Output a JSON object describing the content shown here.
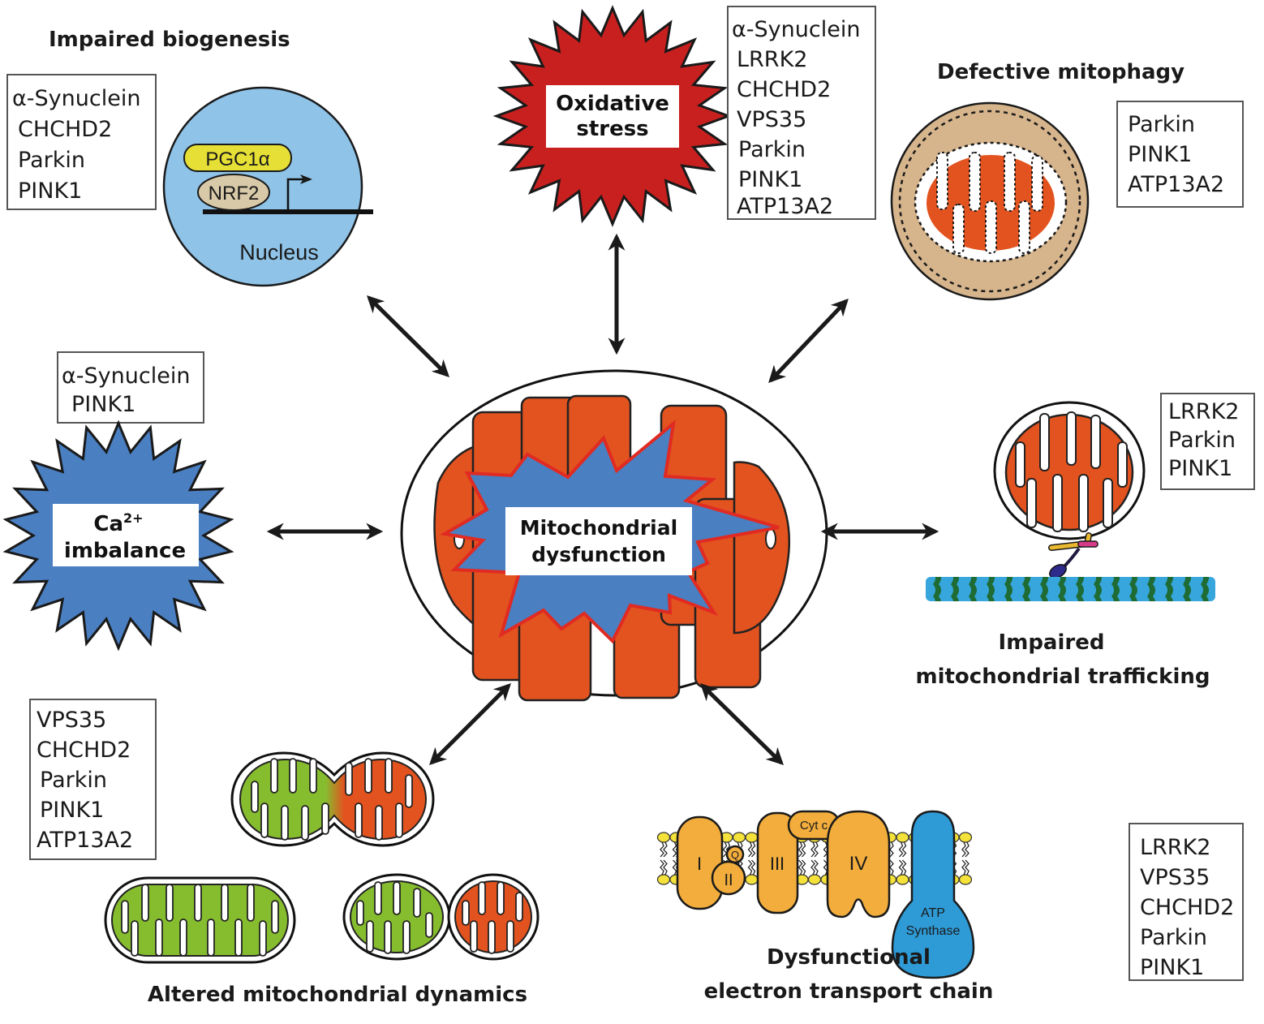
{
  "figure": {
    "center": {
      "line1": "Mitochondrial",
      "line2": "dysfunction"
    },
    "panels": {
      "biogenesis": {
        "title": "Impaired biogenesis",
        "genes": [
          "α-Synuclein",
          "CHCHD2",
          "Parkin",
          "PINK1"
        ],
        "nucleus_label": "Nucleus",
        "factor_top": "PGC1α",
        "factor_bottom": "NRF2"
      },
      "oxidative": {
        "line1": "Oxidative",
        "line2": "stress",
        "genes": [
          "α-Synuclein",
          "LRRK2",
          "CHCHD2",
          "VPS35",
          "Parkin",
          "PINK1",
          "ATP13A2"
        ]
      },
      "mitophagy": {
        "title": "Defective mitophagy",
        "genes": [
          "Parkin",
          "PINK1",
          "ATP13A2"
        ]
      },
      "calcium": {
        "line1_base": "Ca",
        "line1_sup": "2+",
        "line2": "imbalance",
        "genes": [
          "α-Synuclein",
          "PINK1"
        ]
      },
      "trafficking": {
        "title_line1": "Impaired",
        "title_line2": "mitochondrial trafficking",
        "genes": [
          "LRRK2",
          "Parkin",
          "PINK1"
        ]
      },
      "dynamics": {
        "title": "Altered mitochondrial dynamics",
        "genes": [
          "VPS35",
          "CHCHD2",
          "Parkin",
          "PINK1",
          "ATP13A2"
        ]
      },
      "etc": {
        "title_line1": "Dysfunctional",
        "title_line2": "electron transport chain",
        "complexes": [
          "I",
          "II",
          "III",
          "IV"
        ],
        "q_label": "Q",
        "cytc_label": "Cyt c",
        "atp_line1": "ATP",
        "atp_line2": "Synthase",
        "genes": [
          "LRRK2",
          "VPS35",
          "CHCHD2",
          "Parkin",
          "PINK1"
        ]
      }
    },
    "colors": {
      "mito_orange": "#e2531f",
      "mito_green": "#86bd2f",
      "nucleus_blue": "#8fc3e8",
      "star_blue": "#4a7fc1",
      "star_red": "#c8201f",
      "tan": "#d6b48c",
      "etc_orange": "#f2ad3c",
      "atp_blue": "#2e9ad6",
      "lipid_yellow": "#f4e23a"
    }
  }
}
